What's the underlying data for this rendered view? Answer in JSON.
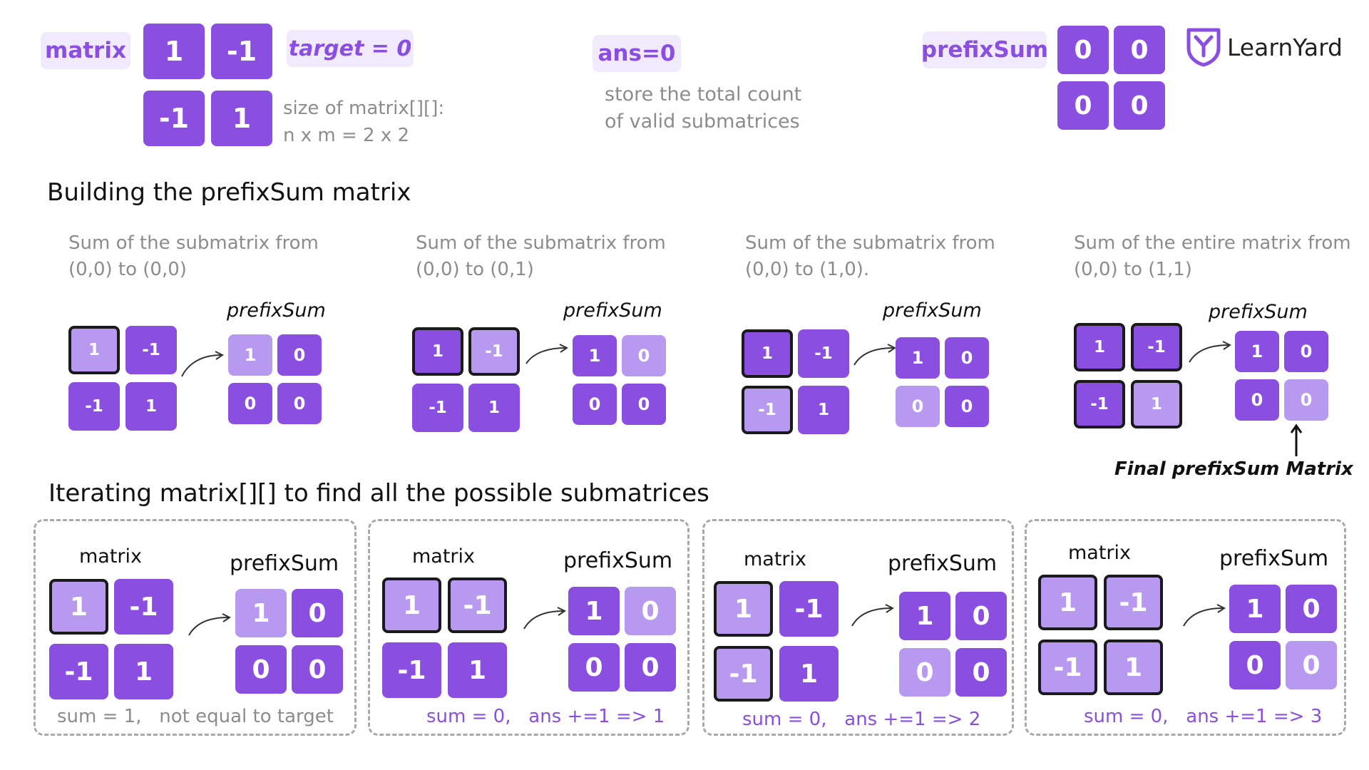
{
  "header": {
    "matrix_label": "matrix",
    "matrix_values": [
      "1",
      "-1",
      "-1",
      "1"
    ],
    "target_label": "target = 0",
    "size_note_line1": "size of matrix[][]:",
    "size_note_line2": "n x m = 2 x 2",
    "ans_label": "ans=0",
    "ans_note_line1": "store the total count",
    "ans_note_line2": "of valid submatrices",
    "prefix_label": "prefixSum",
    "prefix_values": [
      "0",
      "0",
      "0",
      "0"
    ],
    "logo_text": "LearnYard"
  },
  "building": {
    "title": "Building the prefixSum matrix",
    "steps": [
      {
        "caption_line1": "Sum of the submatrix from",
        "caption_line2": "(0,0) to (0,0)",
        "prefix_title": "prefixSum",
        "matrix": [
          "1",
          "-1",
          "-1",
          "1"
        ],
        "prefix": [
          "1",
          "0",
          "0",
          "0"
        ]
      },
      {
        "caption_line1": "Sum of the submatrix from",
        "caption_line2": "(0,0) to (0,1)",
        "prefix_title": "prefixSum",
        "matrix": [
          "1",
          "-1",
          "-1",
          "1"
        ],
        "prefix": [
          "1",
          "0",
          "0",
          "0"
        ]
      },
      {
        "caption_line1": "Sum of the submatrix from",
        "caption_line2": "(0,0) to (1,0).",
        "prefix_title": "prefixSum",
        "matrix": [
          "1",
          "-1",
          "-1",
          "1"
        ],
        "prefix": [
          "1",
          "0",
          "0",
          "0"
        ]
      },
      {
        "caption_line1": "Sum of the entire matrix from",
        "caption_line2": "(0,0) to (1,1)",
        "prefix_title": "prefixSum",
        "matrix": [
          "1",
          "-1",
          "-1",
          "1"
        ],
        "prefix": [
          "1",
          "0",
          "0",
          "0"
        ]
      }
    ],
    "final_label": "Final prefixSum Matrix"
  },
  "iterating": {
    "title": "Iterating matrix[][] to find all the possible submatrices",
    "steps": [
      {
        "matrix_title": "matrix",
        "prefix_title": "prefixSum",
        "matrix": [
          "1",
          "-1",
          "-1",
          "1"
        ],
        "prefix": [
          "1",
          "0",
          "0",
          "0"
        ],
        "result": "sum = 1,   not equal to target"
      },
      {
        "matrix_title": "matrix",
        "prefix_title": "prefixSum",
        "matrix": [
          "1",
          "-1",
          "-1",
          "1"
        ],
        "prefix": [
          "1",
          "0",
          "0",
          "0"
        ],
        "result": "sum = 0,   ans +=1 => 1"
      },
      {
        "matrix_title": "matrix",
        "prefix_title": "prefixSum",
        "matrix": [
          "1",
          "-1",
          "-1",
          "1"
        ],
        "prefix": [
          "1",
          "0",
          "0",
          "0"
        ],
        "result": "sum = 0,   ans +=1 => 2"
      },
      {
        "matrix_title": "matrix",
        "prefix_title": "prefixSum",
        "matrix": [
          "1",
          "-1",
          "-1",
          "1"
        ],
        "prefix": [
          "1",
          "0",
          "0",
          "0"
        ],
        "result": "sum = 0,   ans +=1 => 3"
      }
    ]
  },
  "colors": {
    "primary": "#8a4fe0",
    "light": "#b79af0",
    "pill_bg": "#f1eafc",
    "gray_text": "#8c8c8c"
  }
}
